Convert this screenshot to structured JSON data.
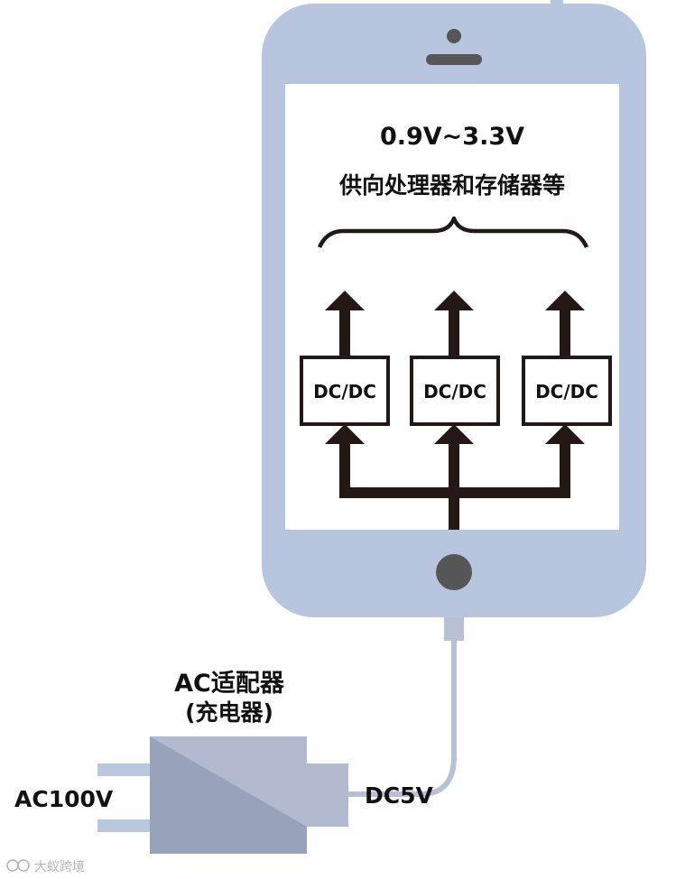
{
  "voltage_label": "0.9V~3.3V",
  "supply_label": "供向处理器和存储器等",
  "converters": [
    "DC/DC",
    "DC/DC",
    "DC/DC"
  ],
  "adapter": {
    "title": "AC适配器",
    "subtitle": "(充电器)"
  },
  "input_label": "AC100V",
  "output_label": "DC5V",
  "watermark": "大蚁跨境",
  "colors": {
    "phone_body": "#b8c5df",
    "screen": "#ffffff",
    "arrow": "#231815",
    "adapter_light": "#b3bad0",
    "adapter_dark": "#99a2bb",
    "prong": "#b9c8df",
    "cable": "#b8c0d3"
  }
}
